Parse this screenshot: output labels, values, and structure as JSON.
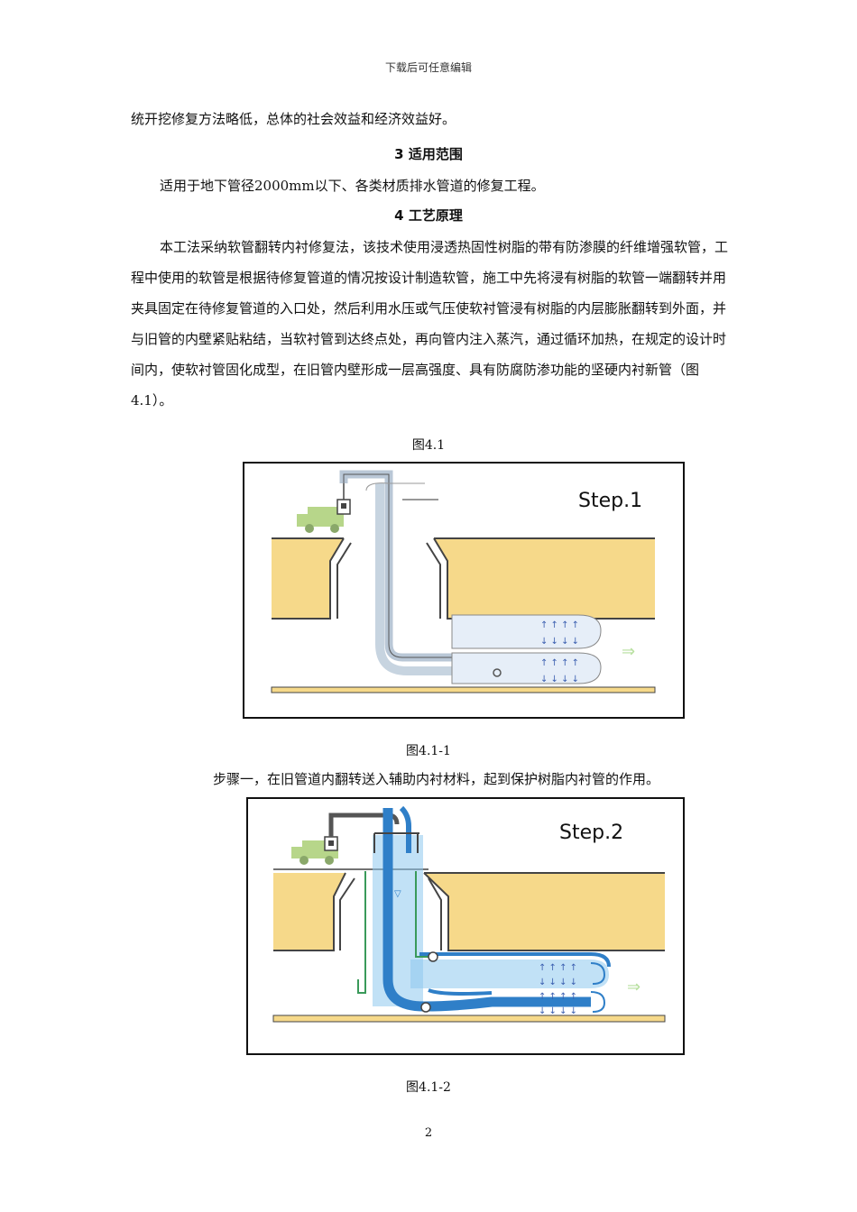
{
  "header": "下载后可任意编辑",
  "paragraphs": {
    "p0": "统开挖修复方法略低，总体的社会效益和经济效益好。",
    "p1": "适用于地下管径2000mm以下、各类材质排水管道的修复工程。",
    "p2": "本工法采纳软管翻转内衬修复法，该技术使用浸透热固性树脂的带有防渗膜的纤维增强软管，工程中使用的软管是根据待修复管道的情况按设计制造软管，施工中先将浸有树脂的软管一端翻转并用夹具固定在待修复管道的入口处，然后利用水压或气压使软衬管浸有树脂的内层膨胀翻转到外面，并与旧管的内壁紧贴粘结，当软衬管到达终点处，再向管内注入蒸汽，通过循环加热，在规定的设计时间内，使软衬管固化成型，在旧管内壁形成一层高强度、具有防腐防渗功能的坚硬内衬新管（图4.1）。",
    "p3": "步骤一，在旧管道内翻转送入辅助内衬材料，起到保护树脂内衬管的作用。"
  },
  "headings": {
    "h3": "3 适用范围",
    "h4": "4 工艺原理"
  },
  "captions": {
    "fig41": "图4.1",
    "fig411": "图4.1-1",
    "fig412": "图4.1-2"
  },
  "figures": {
    "step1_label": "Step.1",
    "step2_label": "Step.2"
  },
  "colors": {
    "soil": "#f6d98a",
    "pipe_line": "#555555",
    "water": "#8ec9ef",
    "liner": "#2f7fc8",
    "arrow_green": "#b8e0a0",
    "truck": "#b7d68a"
  },
  "page_number": "2"
}
